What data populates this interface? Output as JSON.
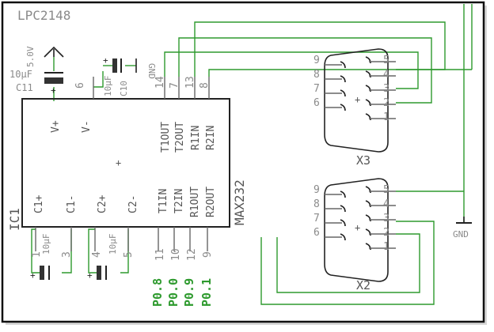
{
  "title": "LPC2148",
  "power": {
    "voltage": "5.0V",
    "gnd": "GND"
  },
  "caps": {
    "c11": {
      "value": "10µF",
      "name": "C11"
    },
    "c10": {
      "value": "10µF",
      "name": "C10"
    },
    "c8": {
      "value": "10µF"
    },
    "c9": {
      "value": "10µF"
    }
  },
  "ic": {
    "ref": "IC1",
    "part": "MAX232",
    "top_pins": [
      "V+",
      "V-",
      "T1OUT",
      "T2OUT",
      "R1IN",
      "R2IN"
    ],
    "top_numbers": [
      "6",
      "14",
      "7",
      "13",
      "8"
    ],
    "bottom_pins": [
      "C1+",
      "C1-",
      "C2+",
      "C2-",
      "T1IN",
      "T2IN",
      "R1OUT",
      "R2OUT"
    ],
    "bottom_numbers": [
      "1",
      "3",
      "4",
      "5",
      "11",
      "10",
      "12",
      "9"
    ]
  },
  "nets": [
    "P0.8",
    "P0.0",
    "P0.9",
    "P0.1"
  ],
  "connectors": {
    "x3": {
      "name": "X3",
      "left_pins": [
        "9",
        "8",
        "7",
        "6"
      ],
      "right_pins": [
        "5",
        "4",
        "3",
        "2",
        "1"
      ]
    },
    "x2": {
      "name": "X2",
      "left_pins": [
        "9",
        "8",
        "7",
        "6"
      ],
      "right_pins": [
        "5",
        "4",
        "3",
        "2",
        "1"
      ]
    }
  },
  "gnd_label": "GND"
}
